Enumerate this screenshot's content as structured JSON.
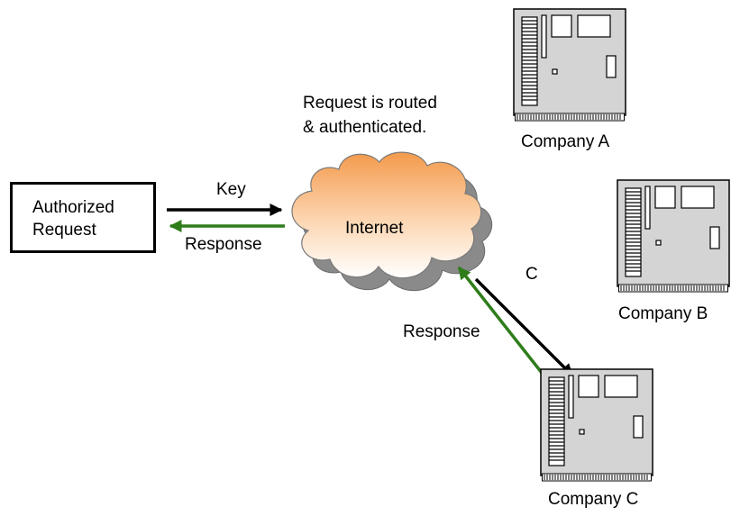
{
  "request_box": {
    "line1": "Authorized",
    "line2": "Request"
  },
  "cloud": {
    "label": "Internet"
  },
  "routing_note": {
    "line1": "Request is routed",
    "line2": "& authenticated."
  },
  "arrows": {
    "key_label": "Key",
    "response_label_left": "Response",
    "c_label": "C",
    "response_label_right": "Response"
  },
  "servers": [
    {
      "name": "Company A"
    },
    {
      "name": "Company B"
    },
    {
      "name": "Company C"
    }
  ],
  "colors": {
    "arrow_black": "#000000",
    "arrow_green": "#2e7d1a",
    "server_body": "#d4d4d4",
    "cloud_front_top": "#f6a055",
    "cloud_front_bottom": "#ffffff",
    "cloud_shadow": "#8a8a8a"
  }
}
